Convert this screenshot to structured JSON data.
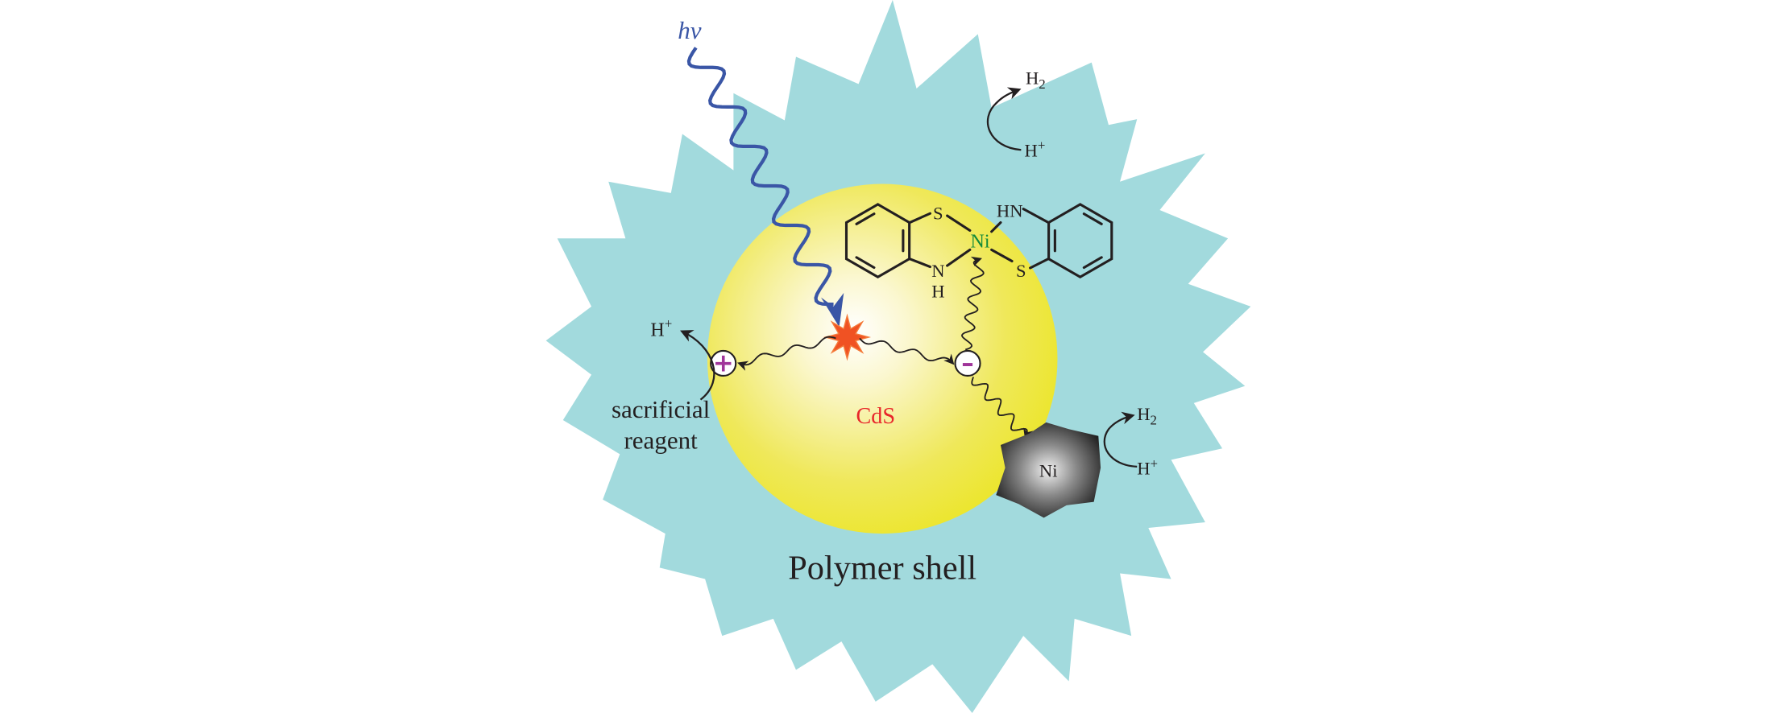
{
  "figure": {
    "light_label": "hν",
    "left": {
      "proton": "H",
      "proton_charge": "+",
      "hole_sign": "+",
      "reagent_line1": "sacrificial",
      "reagent_line2": "reagent"
    },
    "core_label": "CdS",
    "electron_sign": "–",
    "complex": {
      "s1": "S",
      "n1": "N",
      "h1": "H",
      "metal": "Ni",
      "hn": "HN",
      "s2": "S"
    },
    "complex_reaction": {
      "product": "H",
      "product_sub": "2",
      "reactant": "H",
      "reactant_charge": "+"
    },
    "particle": {
      "label": "Ni"
    },
    "particle_reaction": {
      "product": "H",
      "product_sub": "2",
      "reactant": "H",
      "reactant_charge": "+"
    },
    "shell_label": "Polymer shell"
  },
  "colors": {
    "shell": "#a2dadd",
    "core": "#ece62c",
    "light": "#3a56a6",
    "star": "#f05223",
    "charge": "#a0359a",
    "metal_text": "#138a3a",
    "core_text": "#e8262a"
  }
}
